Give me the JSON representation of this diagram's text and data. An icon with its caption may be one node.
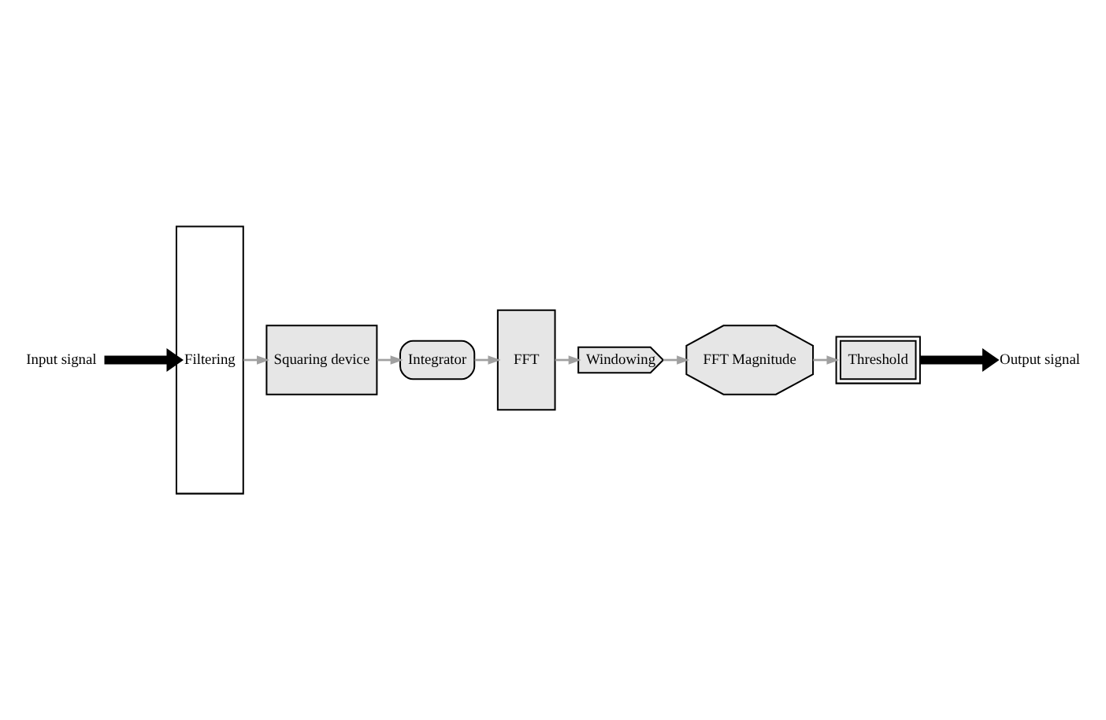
{
  "diagram": {
    "nodes": [
      {
        "text": [
          "Input signal"
        ]
      },
      {
        "text": [
          "Filtering"
        ]
      },
      {
        "text": [
          "Squaring device"
        ]
      },
      {
        "text": [
          "Integrator"
        ]
      },
      {
        "text": [
          "FFT"
        ]
      },
      {
        "text": [
          "Windowing"
        ]
      },
      {
        "text": [
          "FFT Magnitude"
        ]
      },
      {
        "text": [
          "Threshold"
        ]
      },
      {
        "text": [
          "Output signal"
        ]
      }
    ],
    "edges": [
      {
        "from": 0,
        "to": 1,
        "arrow": "to",
        "style": "thick",
        "color": "#000000"
      },
      {
        "from": 1,
        "to": 2,
        "arrow": "to"
      },
      {
        "from": 2,
        "to": 3,
        "arrow": "to"
      },
      {
        "from": 3,
        "to": 4,
        "arrow": "to"
      },
      {
        "from": 4,
        "to": 5,
        "arrow": "to"
      },
      {
        "from": 5,
        "to": 6,
        "arrow": "to"
      },
      {
        "from": 6,
        "to": 7,
        "arrow": "to"
      },
      {
        "from": 7,
        "to": 8,
        "arrow": "to",
        "style": "thick",
        "color": "#000000"
      }
    ]
  }
}
